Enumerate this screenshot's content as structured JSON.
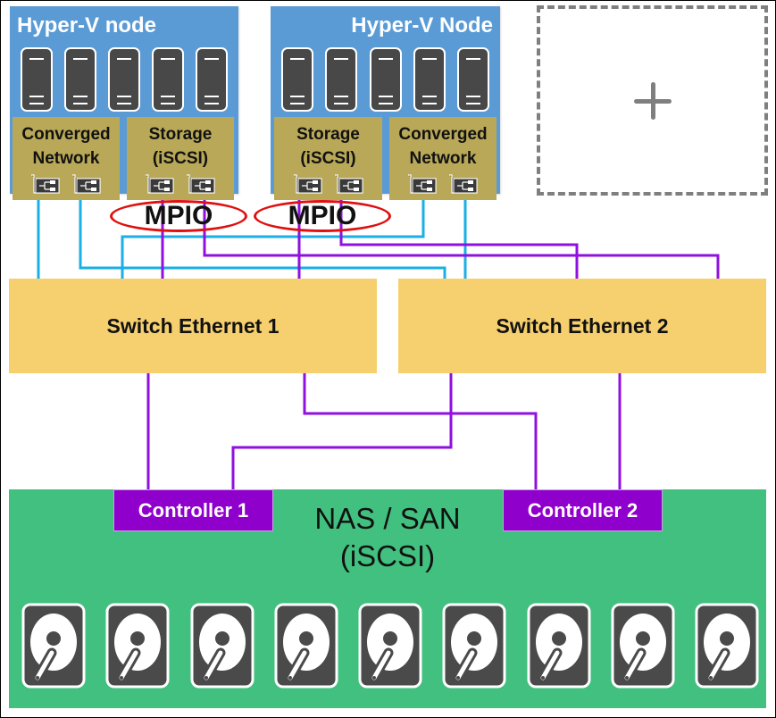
{
  "nodes": [
    {
      "title": "Hyper-V node",
      "panels": [
        {
          "label": "Converged\nNetwork",
          "type": "converged-network"
        },
        {
          "label": "Storage\n(iSCSI)",
          "type": "storage"
        }
      ],
      "server_count": 5
    },
    {
      "title": "Hyper-V Node",
      "panels": [
        {
          "label": "Storage\n(iSCSI)",
          "type": "storage"
        },
        {
          "label": "Converged\nNetwork",
          "type": "converged-network"
        }
      ],
      "server_count": 5
    }
  ],
  "add_node": {
    "icon": "plus-icon"
  },
  "mpio": [
    "MPIO",
    "MPIO"
  ],
  "switches": [
    "Switch Ethernet 1",
    "Switch Ethernet 2"
  ],
  "storage": {
    "title_line1": "NAS / SAN",
    "title_line2": "(iSCSI)",
    "controllers": [
      "Controller 1",
      "Controller 2"
    ],
    "disk_count": 9
  },
  "colors": {
    "node_bg": "#5b9bd5",
    "panel_bg": "#b8a857",
    "switch_bg": "#f6d06e",
    "nas_bg": "#42c07f",
    "controller_bg": "#9000cc",
    "network_link": "#1aafe6",
    "storage_link": "#8f10e0",
    "mpio_ring": "#e01010"
  }
}
